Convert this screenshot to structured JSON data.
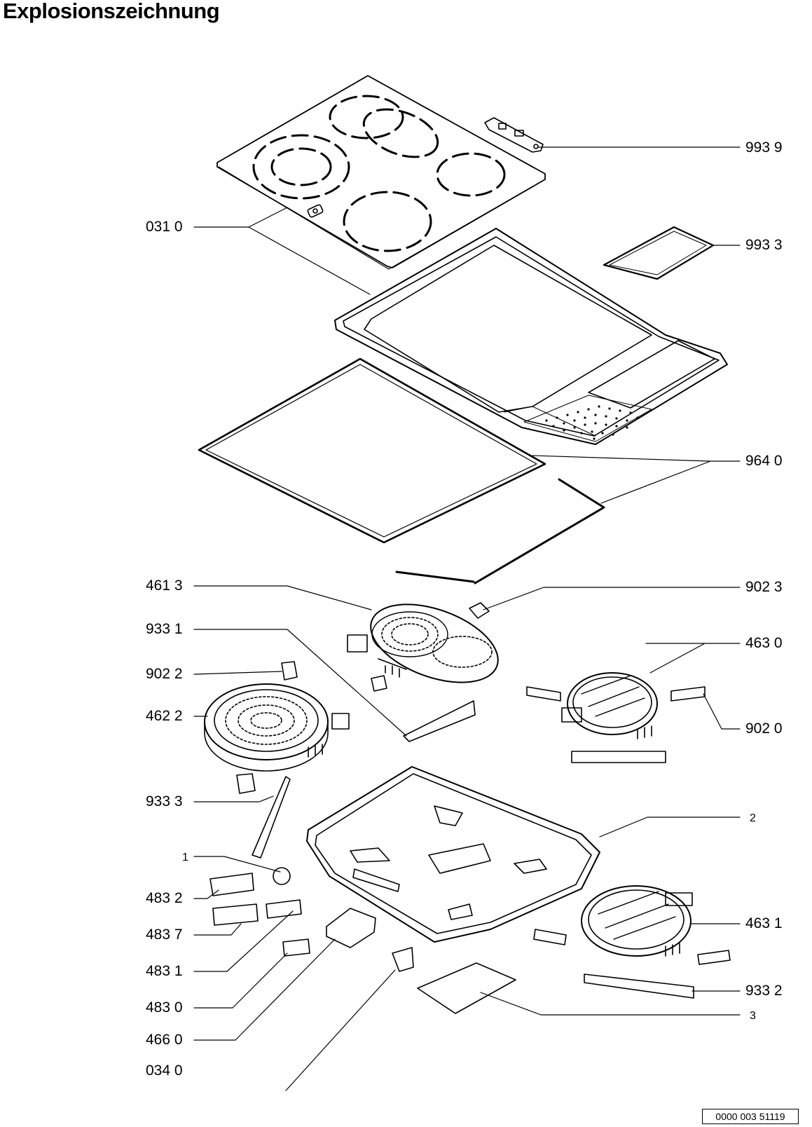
{
  "title": "Explosionszeichnung",
  "labels": {
    "p9939": "993 9",
    "p0310": "031 0",
    "p9933": "993 3",
    "p9640": "964 0",
    "p4613": "461 3",
    "p9023": "902 3",
    "p9331": "933 1",
    "p4630": "463 0",
    "p9022": "902 2",
    "p4622": "462 2",
    "p9020": "902 0",
    "p9333": "933 3",
    "p2": "2",
    "p1": "1",
    "p4832": "483 2",
    "p4837": "483 7",
    "p4631": "463 1",
    "p4831": "483 1",
    "p9332": "933 2",
    "p4830": "483 0",
    "p3": "3",
    "p4660": "466 0",
    "p0340": "034 0"
  },
  "document_number": "0000 003 51119"
}
